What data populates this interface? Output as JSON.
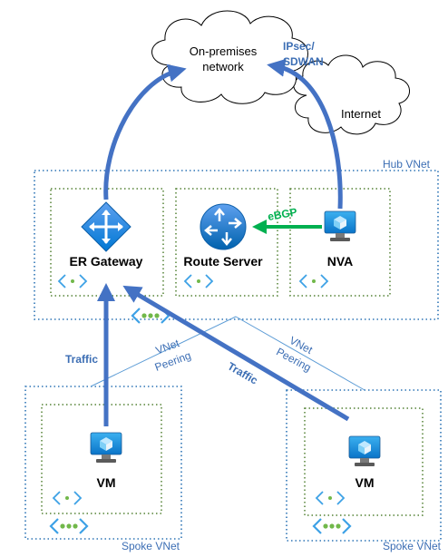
{
  "clouds": {
    "onprem": "On-premises network",
    "onprem_line1": "On-premises",
    "onprem_line2": "network",
    "internet": "Internet"
  },
  "labels": {
    "ipsec_line1": "IPsec/",
    "ipsec_line2": "SDWAN",
    "ebgp": "eBGP",
    "traffic_left": "Traffic",
    "traffic_right": "Traffic",
    "peering_left_line1": "VNet",
    "peering_left_line2": "Peering",
    "peering_right_line1": "VNet",
    "peering_right_line2": "Peering"
  },
  "vnets": {
    "hub": "Hub VNet",
    "spoke_left": "Spoke VNet",
    "spoke_right": "Spoke VNet"
  },
  "nodes": {
    "er_gateway": "ER Gateway",
    "route_server": "Route Server",
    "nva": "NVA",
    "vm_left": "VM",
    "vm_right": "VM"
  },
  "colors": {
    "arrow_blue": "#4472c4",
    "vnet_border": "#2e75b6",
    "subnet_border": "#70ad47",
    "ebgp_green": "#00b050",
    "label_blue": "#3c6eb4"
  },
  "icons": {
    "er_gateway": "er-gateway-icon",
    "route_server": "route-server-icon",
    "vm": "vm-icon",
    "subnet": "subnet-icon",
    "vnet": "vnet-icon"
  }
}
